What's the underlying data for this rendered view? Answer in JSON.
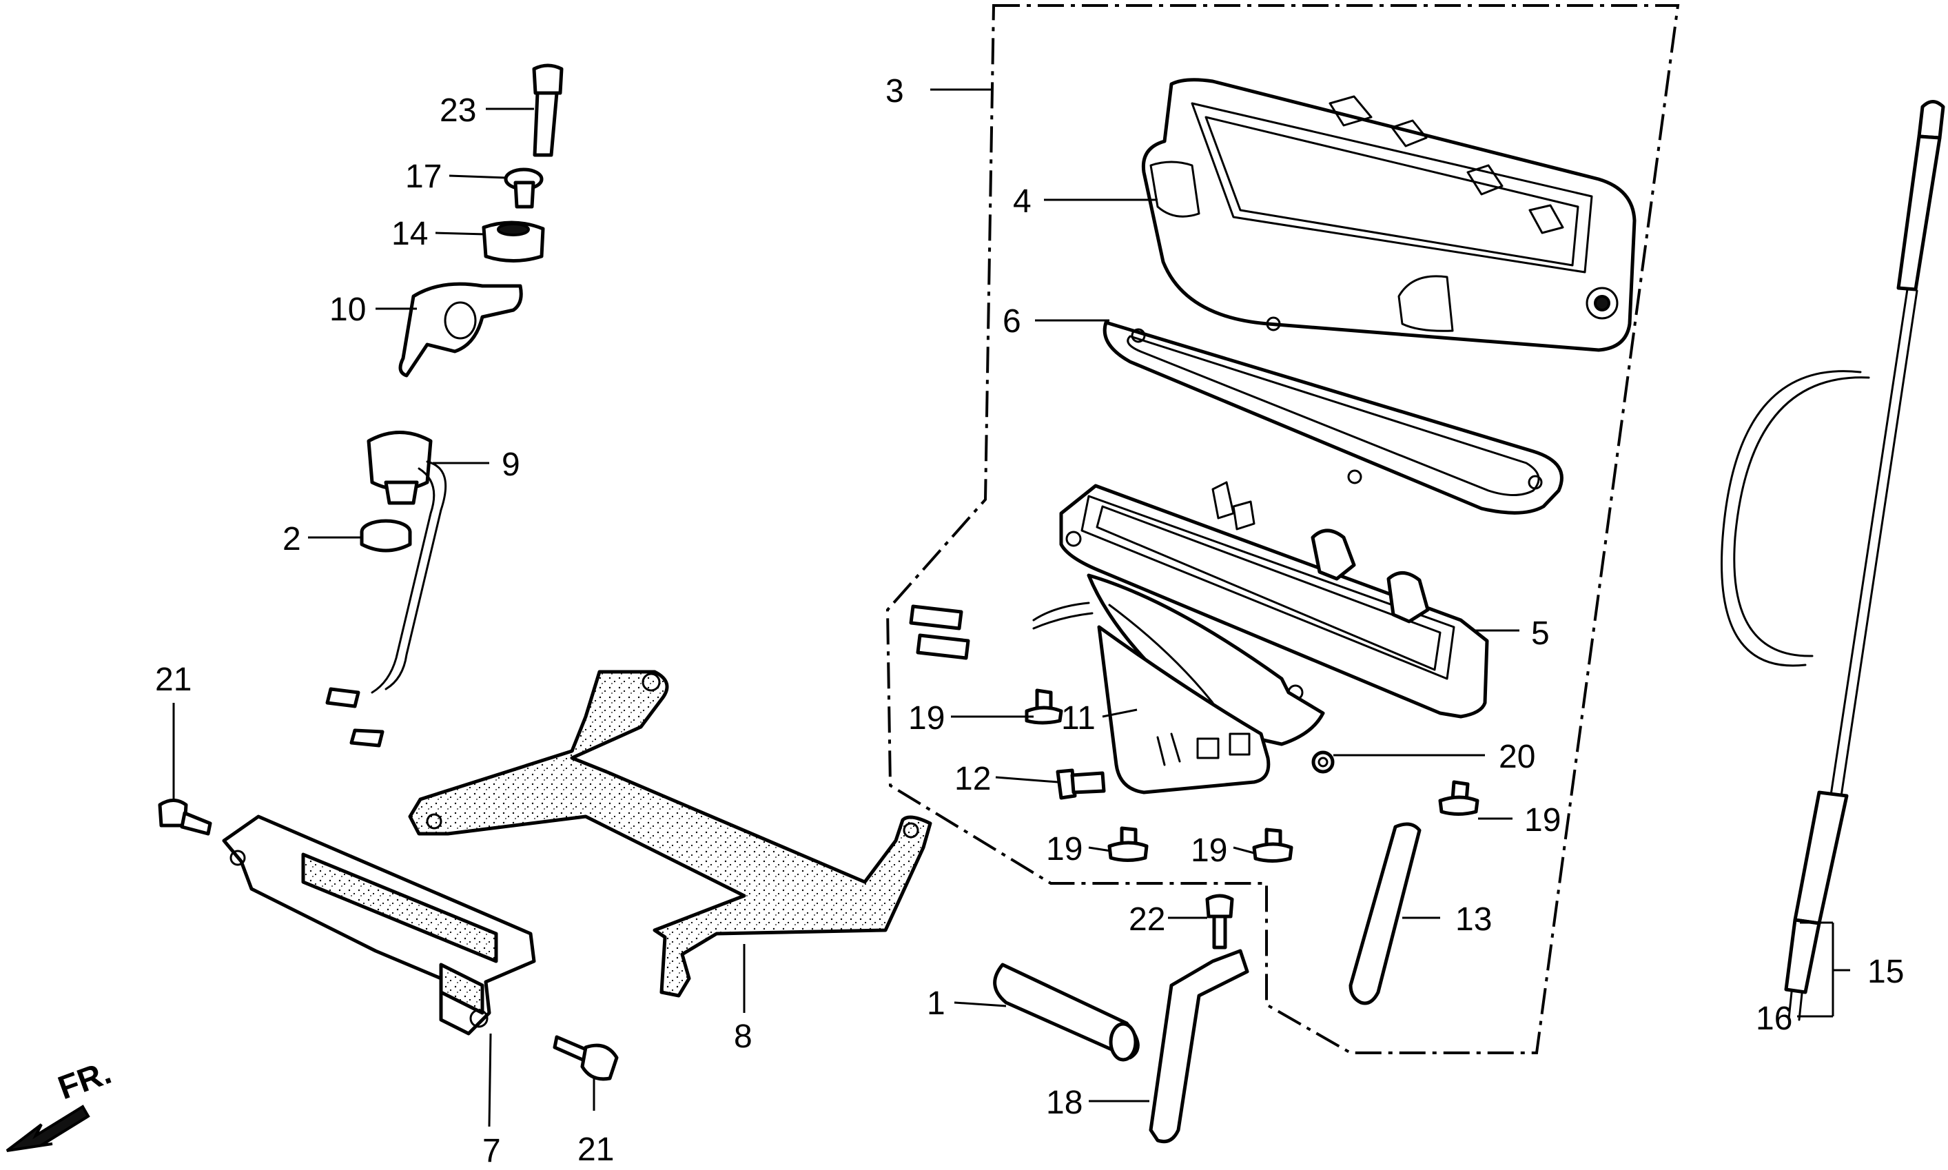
{
  "callouts": {
    "c1": "1",
    "c2": "2",
    "c3": "3",
    "c4": "4",
    "c5": "5",
    "c6": "6",
    "c7": "7",
    "c8": "8",
    "c9": "9",
    "c10": "10",
    "c11": "11",
    "c12": "12",
    "c13": "13",
    "c14": "14",
    "c15": "15",
    "c16": "16",
    "c17": "17",
    "c18": "18",
    "c19a": "19",
    "c19b": "19",
    "c19c": "19",
    "c19d": "19",
    "c20": "20",
    "c21a": "21",
    "c21b": "21",
    "c22": "22",
    "c23": "23"
  },
  "direction_marker": {
    "label": "FR.",
    "icon": "front-arrow-icon"
  },
  "colors": {
    "ink": "#000000",
    "paper": "#ffffff"
  }
}
